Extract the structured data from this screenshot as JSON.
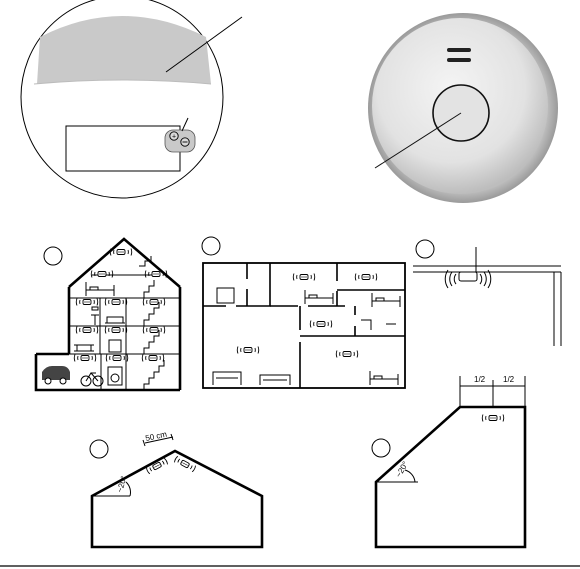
{
  "panels": {
    "panel_3": {
      "distance_label": "50 cm",
      "angle_label": "~20°"
    },
    "panel_4": {
      "half_left_label": "1/2",
      "half_right_label": "1/2",
      "angle_label": "~20°"
    }
  },
  "colors": {
    "line": "#000000",
    "cap_gray": "#c8c8c8",
    "detector_face": "#e6e6e6",
    "detector_shadow": "#9a9a9a"
  }
}
